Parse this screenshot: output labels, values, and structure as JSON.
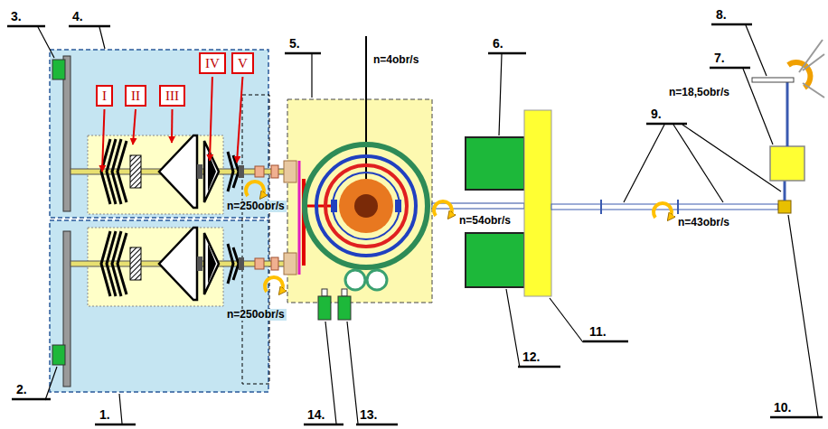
{
  "diagram": {
    "nodes": [
      {
        "text": [
          "I"
        ]
      },
      {
        "text": [
          "II"
        ]
      },
      {
        "text": [
          "III"
        ]
      },
      {
        "text": [
          "IV"
        ]
      },
      {
        "text": [
          "V"
        ]
      }
    ],
    "labels": [
      "3.",
      "4.",
      "5.",
      "6.",
      "8.",
      "7.",
      "9.",
      "n=18,5obr/s",
      "n=4obr/s",
      "n=250obr/s",
      "n=54obr/s",
      "n=43obr/s",
      "10.",
      "n=250obr/s",
      "11.",
      "12.",
      "2.",
      "1.",
      "14.",
      "13."
    ]
  }
}
